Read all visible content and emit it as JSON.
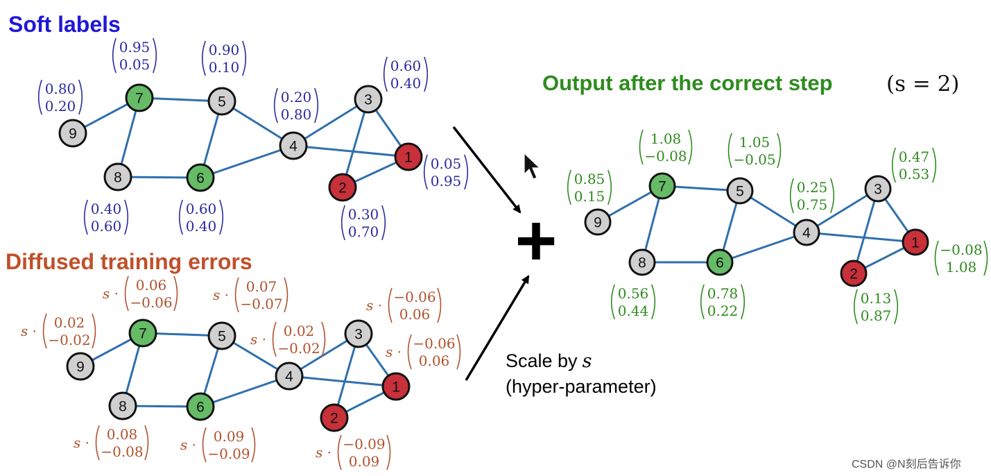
{
  "titles": {
    "soft": "Soft labels",
    "diffused": "Diffused training errors",
    "output_main": "Output after the correct step",
    "output_param": "(s = 2)"
  },
  "scale_note": {
    "line1_text": "Scale by",
    "line1_var": "s",
    "line2": "(hyper-parameter)"
  },
  "plus_symbol": "+",
  "scale_prefix": "s ·",
  "watermark": "CSDN @N刻后告诉你",
  "colors": {
    "soft_title": "#1f17d9",
    "soft_vectors": "#2a2aa0",
    "diffused_title": "#c0502a",
    "diffused_vectors": "#b0522d",
    "output_title": "#2e8b1e",
    "output_vectors": "#2e8b1e",
    "edge": "#2f6fae",
    "node_green": "#66bb66",
    "node_gray": "#d0d0d0",
    "node_red": "#c8303a"
  },
  "node_kinds": {
    "1": "red",
    "2": "red",
    "3": "gray",
    "4": "gray",
    "5": "gray",
    "6": "green",
    "7": "green",
    "8": "gray",
    "9": "gray"
  },
  "edges": [
    [
      9,
      7
    ],
    [
      7,
      5
    ],
    [
      7,
      8
    ],
    [
      8,
      6
    ],
    [
      6,
      5
    ],
    [
      6,
      4
    ],
    [
      5,
      4
    ],
    [
      4,
      3
    ],
    [
      4,
      1
    ],
    [
      3,
      1
    ],
    [
      3,
      2
    ],
    [
      2,
      1
    ]
  ],
  "soft_labels": {
    "7": [
      "0.95",
      "0.05"
    ],
    "5": [
      "0.90",
      "0.10"
    ],
    "9": [
      "0.80",
      "0.20"
    ],
    "4": [
      "0.20",
      "0.80"
    ],
    "3": [
      "0.60",
      "0.40"
    ],
    "1": [
      "0.05",
      "0.95"
    ],
    "8": [
      "0.40",
      "0.60"
    ],
    "6": [
      "0.60",
      "0.40"
    ],
    "2": [
      "0.30",
      "0.70"
    ]
  },
  "diffused_errors": {
    "7": [
      "0.06",
      "−0.06"
    ],
    "5": [
      "0.07",
      "−0.07"
    ],
    "9": [
      "0.02",
      "−0.02"
    ],
    "4": [
      "0.02",
      "−0.02"
    ],
    "3": [
      "−0.06",
      "0.06"
    ],
    "1": [
      "−0.06",
      "0.06"
    ],
    "8": [
      "0.08",
      "−0.08"
    ],
    "6": [
      "0.09",
      "−0.09"
    ],
    "2": [
      "−0.09",
      "0.09"
    ]
  },
  "output_values": {
    "7": [
      "1.08",
      "−0.08"
    ],
    "5": [
      "1.05",
      "−0.05"
    ],
    "9": [
      "0.85",
      "0.15"
    ],
    "4": [
      "0.25",
      "0.75"
    ],
    "3": [
      "0.47",
      "0.53"
    ],
    "1": [
      "−0.08",
      "1.08"
    ],
    "8": [
      "0.56",
      "0.44"
    ],
    "6": [
      "0.78",
      "0.22"
    ],
    "2": [
      "0.13",
      "0.87"
    ]
  }
}
